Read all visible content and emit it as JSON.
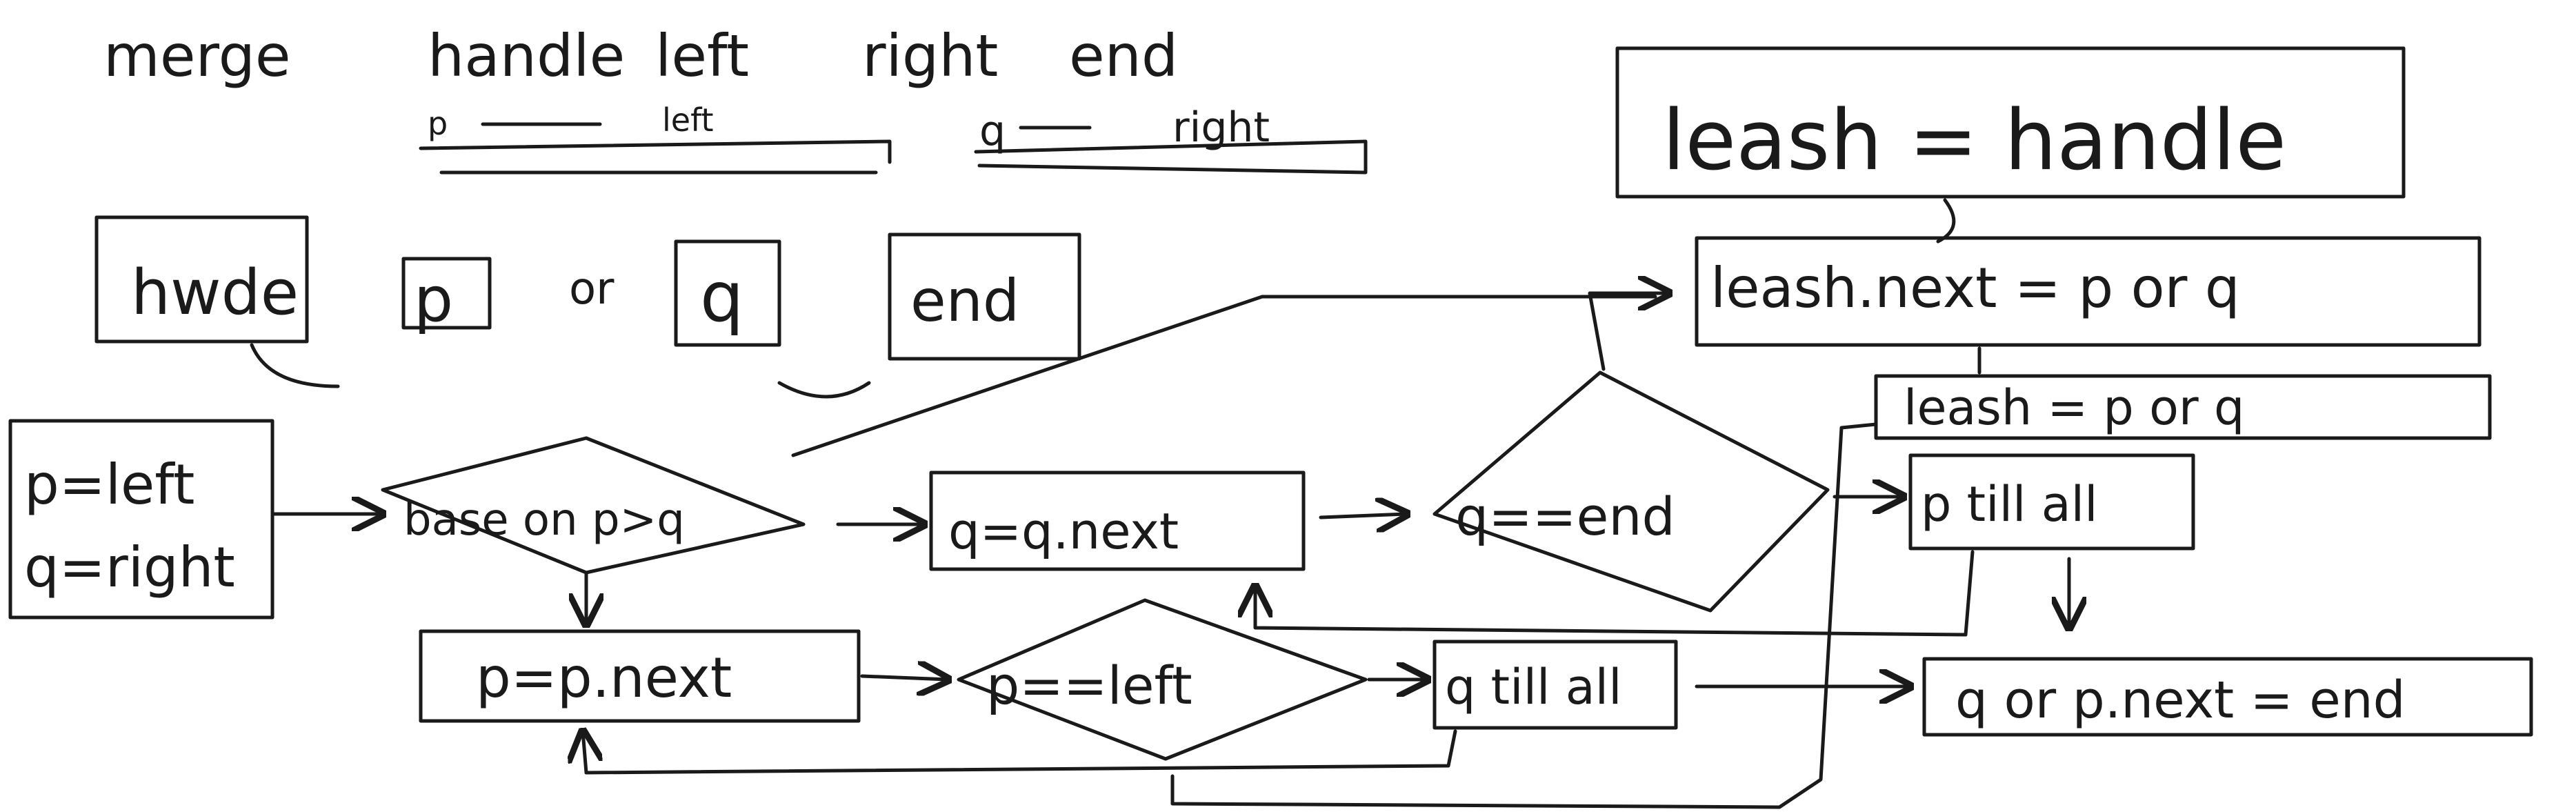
{
  "header": {
    "title": "merge",
    "params": [
      "handle",
      "left",
      "right",
      "end"
    ],
    "p_note": "p",
    "p_note_value": "left",
    "q_note": "q",
    "q_note_value": "right"
  },
  "nodes": {
    "handle_box": "hwde",
    "p_box": "p",
    "or_label": "or",
    "q_box": "q",
    "end_box": "end",
    "init_p": "p=left",
    "init_q": "q=right",
    "decision_compare": "base on p>q",
    "q_advance": "q=q.next",
    "q_end_check": "q==end",
    "p_advance": "p=p.next",
    "p_left_check": "p==left",
    "q_till_all": "q till all",
    "leash_assign": "leash = handle",
    "leash_next": "leash.next = p or q",
    "leash_move": "leash = p or q",
    "p_till_all": "p till all",
    "final_next": "q or p.next = end"
  }
}
